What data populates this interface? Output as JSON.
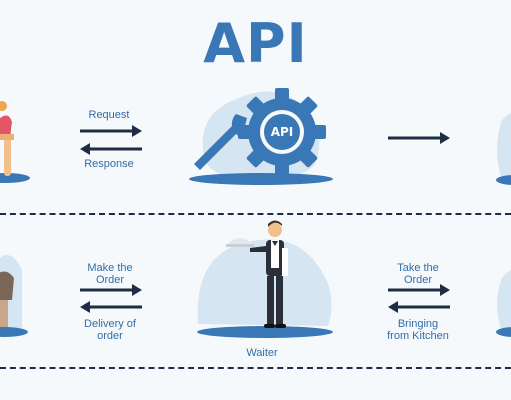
{
  "title": "API",
  "top_row": {
    "arrow_top_label": "Request",
    "arrow_bottom_label": "Response",
    "gear_text": "API"
  },
  "bottom_row": {
    "left_arrow_top_label_line1": "Make the",
    "left_arrow_top_label_line2": "Order",
    "left_arrow_bottom_label_line1": "Delivery of",
    "left_arrow_bottom_label_line2": "order",
    "waiter_label": "Waiter",
    "right_arrow_top_label_line1": "Take the",
    "right_arrow_top_label_line2": "Order",
    "right_arrow_bottom_label_line1": "Bringing",
    "right_arrow_bottom_label_line2": "from Kitchen"
  },
  "colors": {
    "background": "#f6f9fb",
    "title": "#3a77b6",
    "gear": "#3a77b6",
    "blob": "#d5e5f2",
    "arrow": "#1f2d44",
    "label": "#2f6ea8"
  }
}
